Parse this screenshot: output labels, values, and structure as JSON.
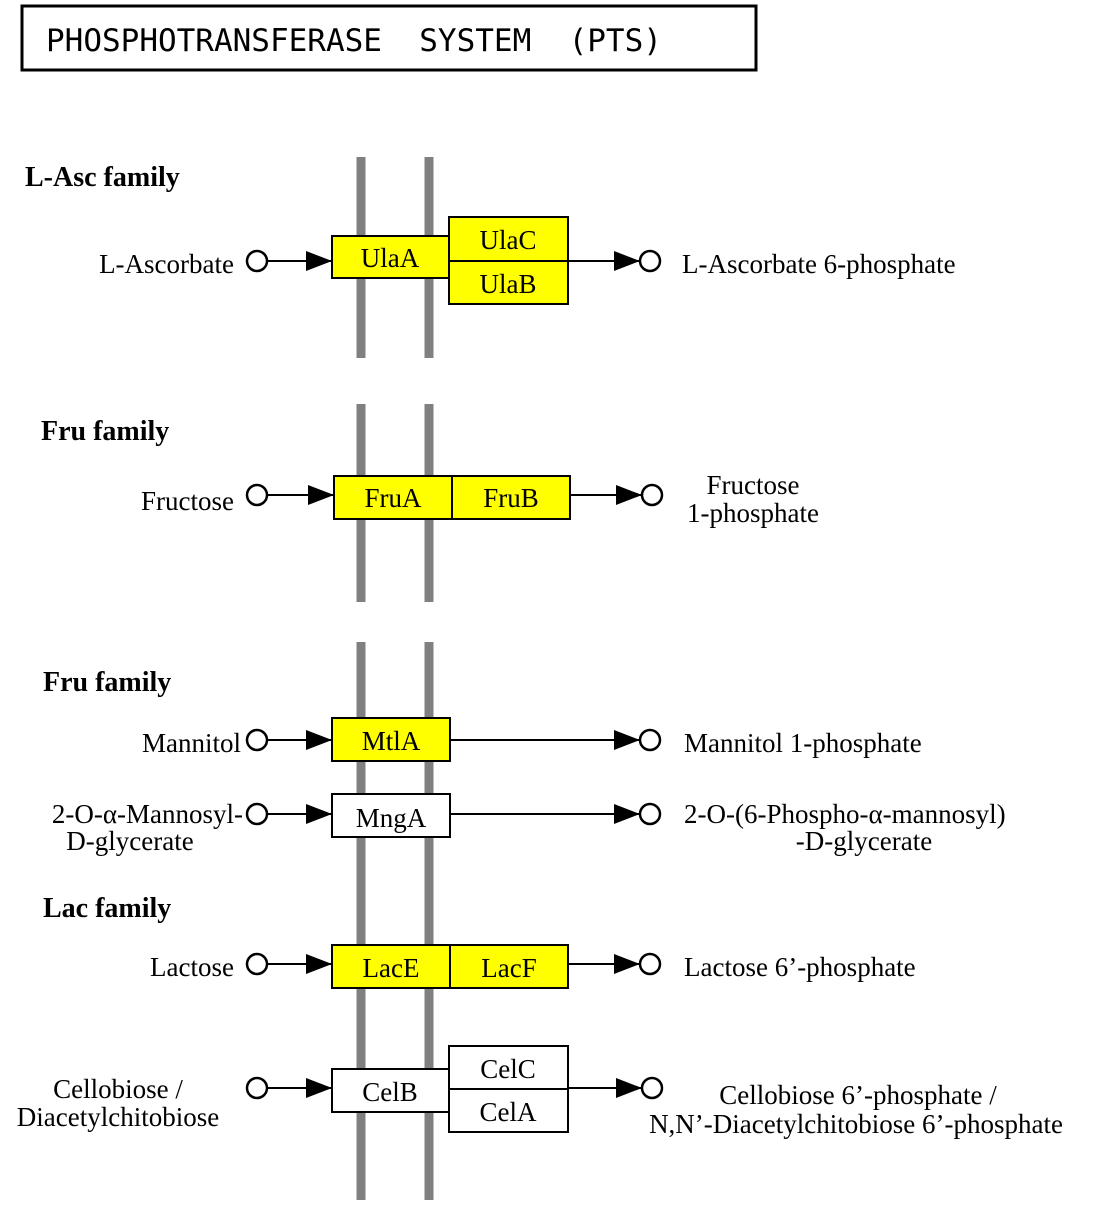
{
  "title": "PHOSPHOTRANSFERASE  SYSTEM  (PTS)",
  "colors": {
    "highlight": "#ffff00",
    "plain": "#ffffff",
    "membrane": "#808080"
  },
  "families": {
    "lasc": "L-Asc family",
    "fru1": "Fru family",
    "fru2": "Fru family",
    "lac": "Lac family"
  },
  "compounds": {
    "l_ascorbate": "L-Ascorbate",
    "l_ascorbate_6p": "L-Ascorbate 6-phosphate",
    "fructose": "Fructose",
    "fructose_1p_line1": "Fructose",
    "fructose_1p_line2": "1-phosphate",
    "mannitol": "Mannitol",
    "mannitol_1p": "Mannitol 1-phosphate",
    "mannosyl_line1": "2-O-α-Mannosyl-",
    "mannosyl_line2": "D-glycerate",
    "phosphomannosyl_line1": "2-O-(6-Phospho-α-mannosyl)",
    "phosphomannosyl_line2": "-D-glycerate",
    "lactose": "Lactose",
    "lactose_6p": "Lactose 6’-phosphate",
    "cellobiose_line1": "Cellobiose /",
    "cellobiose_line2": "Diacetylchitobiose",
    "cellobiose_6p_line1": "Cellobiose 6’-phosphate /",
    "cellobiose_6p_line2": "N,N’-Diacetylchitobiose 6’-phosphate"
  },
  "genes": {
    "ulaA": {
      "label": "UlaA",
      "highlighted": true
    },
    "ulaC": {
      "label": "UlaC",
      "highlighted": true
    },
    "ulaB": {
      "label": "UlaB",
      "highlighted": true
    },
    "fruA": {
      "label": "FruA",
      "highlighted": true
    },
    "fruB": {
      "label": "FruB",
      "highlighted": true
    },
    "mtlA": {
      "label": "MtlA",
      "highlighted": true
    },
    "mngA": {
      "label": "MngA",
      "highlighted": false
    },
    "lacE": {
      "label": "LacE",
      "highlighted": true
    },
    "lacF": {
      "label": "LacF",
      "highlighted": true
    },
    "celB": {
      "label": "CelB",
      "highlighted": false
    },
    "celC": {
      "label": "CelC",
      "highlighted": false
    },
    "celA": {
      "label": "CelA",
      "highlighted": false
    }
  }
}
